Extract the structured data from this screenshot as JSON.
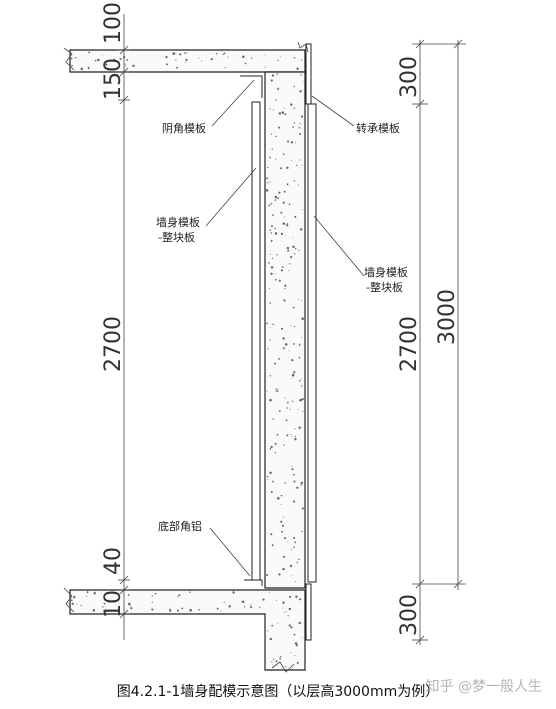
{
  "diagram": {
    "caption": "图4.2.1-1墙身配模示意图（以层高3000mm为例）",
    "watermark": "知乎 @梦一般人生",
    "left_dimensions": {
      "top_slab": "100",
      "top_corner": "150",
      "wall_height": "2700",
      "bottom_corner": "40",
      "bottom_slab": "10"
    },
    "right_dimensions": {
      "top": "300",
      "wall": "2700",
      "bottom": "300",
      "total": "3000"
    },
    "labels": {
      "corner_formwork": "阴角模板",
      "wall_formwork_left_1": "墙身模板",
      "wall_formwork_left_2": "-整块板",
      "transfer_formwork": "转承模板",
      "wall_formwork_right_1": "墙身模板",
      "wall_formwork_right_2": "-整块板",
      "bottom_corner_piece": "底部角铝"
    }
  }
}
